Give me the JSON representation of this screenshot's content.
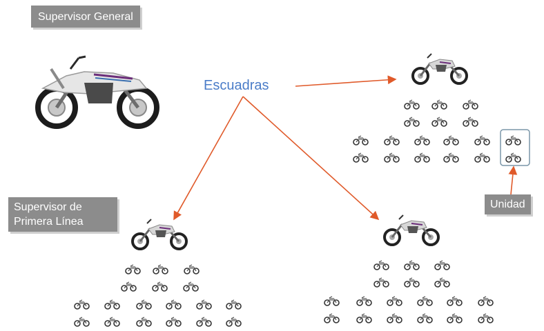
{
  "labels": {
    "supervisor_general": "Supervisor General",
    "escuadras": "Escuadras",
    "supervisor_primera_linea_1": "Supervisor de",
    "supervisor_primera_linea_2": "Primera Línea",
    "unidad": "Unidad"
  },
  "colors": {
    "label_box": "#8c8c8c",
    "escuadras_text": "#4a7cc8",
    "arrow": "#e05a2a",
    "unit_highlight": "#7a96a8"
  },
  "squads": [
    {
      "name": "squad-top-right",
      "rows": [
        3,
        3,
        6,
        6
      ]
    },
    {
      "name": "squad-bottom-left",
      "rows": [
        3,
        3,
        6,
        6
      ]
    },
    {
      "name": "squad-bottom-right",
      "rows": [
        3,
        3,
        6,
        6
      ]
    }
  ]
}
